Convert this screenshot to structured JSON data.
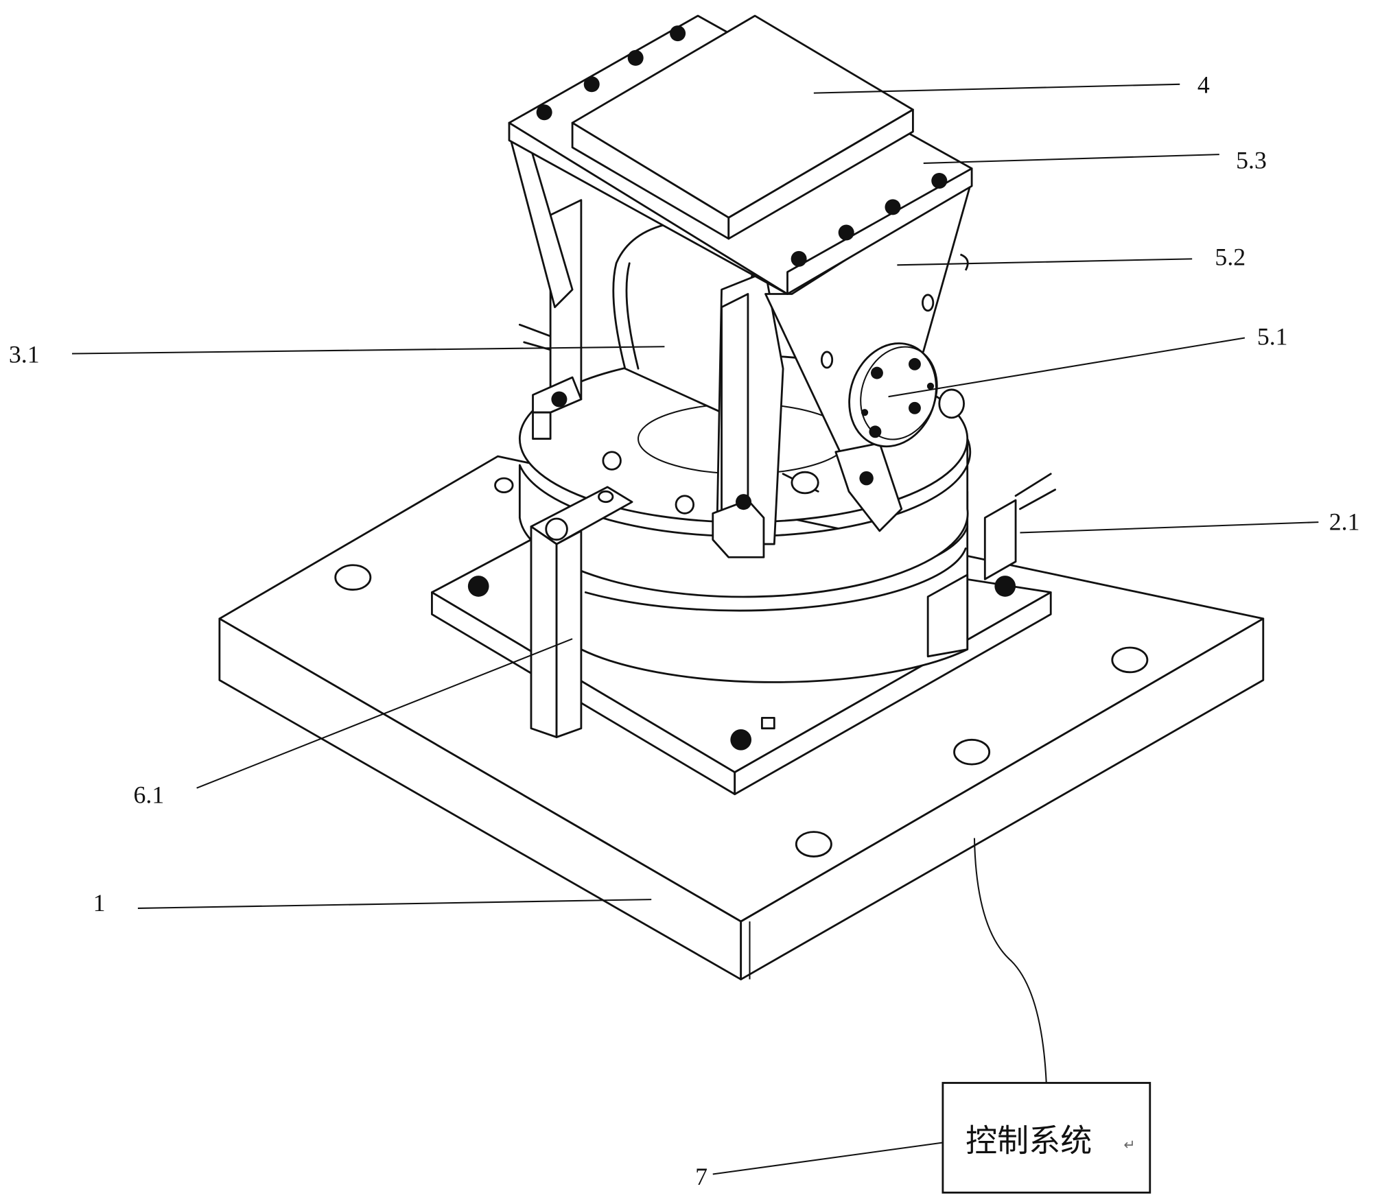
{
  "figure": {
    "type": "mechanical isometric assembly drawing",
    "callouts": [
      {
        "id": "4",
        "text": "4"
      },
      {
        "id": "5.3",
        "text": "5.3"
      },
      {
        "id": "5.2",
        "text": "5.2"
      },
      {
        "id": "5.1",
        "text": "5.1"
      },
      {
        "id": "3.1",
        "text": "3.1"
      },
      {
        "id": "2.1",
        "text": "2.1"
      },
      {
        "id": "6.1",
        "text": "6.1"
      },
      {
        "id": "1",
        "text": "1"
      },
      {
        "id": "7",
        "text": "7"
      }
    ],
    "control_box": {
      "text": "控制系统",
      "return_mark": "↵"
    }
  }
}
